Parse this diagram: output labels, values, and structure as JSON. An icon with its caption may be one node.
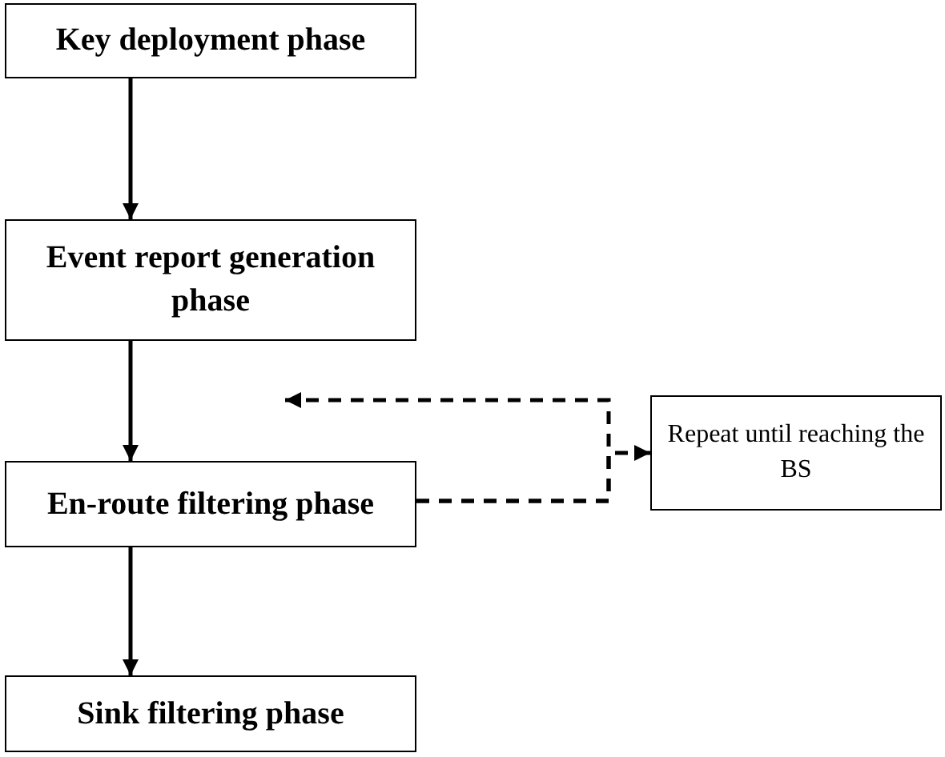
{
  "diagram": {
    "nodes": [
      {
        "text": [
          "Key deployment phase"
        ]
      },
      {
        "text": [
          "Event report generation phase"
        ]
      },
      {
        "text": [
          "Repeat until reaching the BS"
        ]
      },
      {
        "text": [
          "En-route filtering phase"
        ]
      },
      {
        "text": [
          "Sink filtering phase"
        ]
      }
    ],
    "edges": [
      {
        "from": 0,
        "to": 1,
        "arrow": "to"
      },
      {
        "from": 1,
        "to": 3,
        "arrow": "to"
      },
      {
        "from": 3,
        "to": 2,
        "arrow": "to",
        "style": "dashed"
      },
      {
        "from": 3,
        "to": null,
        "arrow": "to",
        "style": "dashed"
      },
      {
        "from": 3,
        "to": 4,
        "arrow": "to"
      }
    ]
  }
}
